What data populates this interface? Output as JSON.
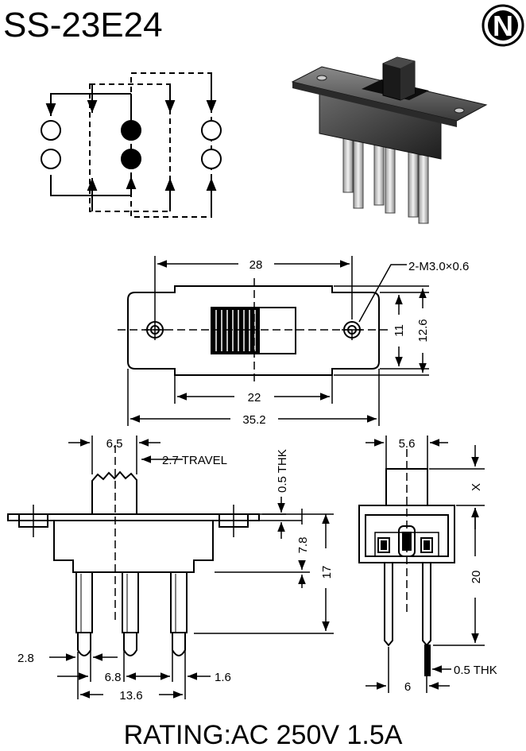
{
  "title": "SS-23E24",
  "logo": {
    "letter": "N",
    "icon": "n-logo-icon"
  },
  "rating": "RATING:AC 250V 1.5A",
  "top_view": {
    "dim_width_holes": "28",
    "dim_screw": "2-M3.0×0.6",
    "dim_height_inner": "11",
    "dim_height_outer": "12.6",
    "dim_width_inner": "22",
    "dim_width_total": "35.2"
  },
  "front_view": {
    "dim_actuator": "6.5",
    "dim_travel": "2.7 TRAVEL",
    "dim_thk": "0.5 THK",
    "dim_body_height": "7.8",
    "dim_total_height": "17",
    "dim_pin_width": "2.8",
    "dim_pin_spacing": "6.8",
    "dim_pin_thickness": "1.6",
    "dim_pin_span": "13.6"
  },
  "side_view": {
    "dim_actuator_width": "5.6",
    "dim_actuator_height": "X",
    "dim_pin_length": "20",
    "dim_pin_thk": "0.5 THK",
    "dim_pin_pitch": "6"
  }
}
